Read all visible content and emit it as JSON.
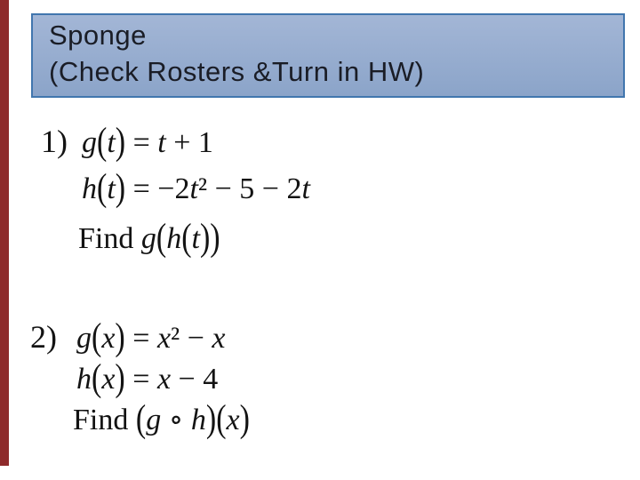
{
  "slide": {
    "header": {
      "line1": "Sponge",
      "line2": "(Check Rosters &Turn in HW)"
    },
    "colors": {
      "accent_bar": "#8e2a2b",
      "header_fill_top": "#a3b6d6",
      "header_fill_bottom": "#8ba4c9",
      "header_border": "#4176ae",
      "header_text": "#1a1d26",
      "math_text": "#131313"
    },
    "problems": [
      {
        "number": "1)",
        "lines": [
          "g(t) = t + 1",
          "h(t) = −2t² − 5 − 2t",
          "Find g(h(t))"
        ]
      },
      {
        "number": "2)",
        "lines": [
          "g(x) = x² − x",
          "h(x) = x − 4",
          "Find (g ∘ h)(x)"
        ]
      }
    ]
  }
}
